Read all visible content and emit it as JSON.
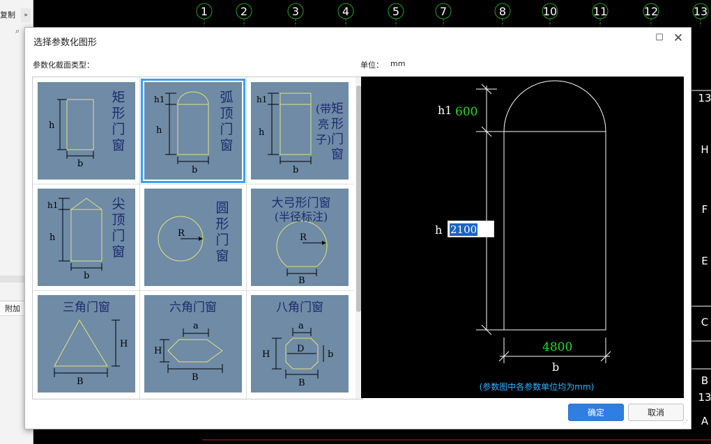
{
  "left_panel": {
    "copy_label": "复制",
    "more_icon": "double-chevron-right-icon",
    "search_icon": "search-icon",
    "addon_label": "附加"
  },
  "grid_labels": [
    "1",
    "2",
    "3",
    "4",
    "5",
    "7",
    "8",
    "10",
    "11",
    "12",
    "13"
  ],
  "axis_labels_right": [
    "13",
    "H",
    "F",
    "E",
    "C",
    "B",
    "13",
    "A"
  ],
  "dialog": {
    "title": "选择参数化图形",
    "type_label": "参数化截面类型：",
    "unit_label": "单位：",
    "unit_value": "mm",
    "ok_label": "确定",
    "cancel_label": "取消"
  },
  "shapes": [
    {
      "name": "矩形门窗",
      "lines": [
        "矩",
        "形",
        "门",
        "窗"
      ],
      "dims": [
        "h",
        "b"
      ]
    },
    {
      "name": "弧顶门窗",
      "lines": [
        "弧",
        "顶",
        "门",
        "窗"
      ],
      "dims": [
        "h1",
        "h",
        "b"
      ],
      "selected": true
    },
    {
      "name": "矩形门窗(带亮子)",
      "lines": [
        "矩",
        "形",
        "门",
        "窗",
        "(带",
        "亮",
        "子)"
      ],
      "dims": [
        "h1",
        "h",
        "b"
      ]
    },
    {
      "name": "尖顶门窗",
      "lines": [
        "尖",
        "顶",
        "门",
        "窗"
      ],
      "dims": [
        "h1",
        "h",
        "b"
      ]
    },
    {
      "name": "圆形门窗",
      "lines": [
        "圆",
        "形",
        "门",
        "窗"
      ],
      "dims": [
        "R"
      ]
    },
    {
      "name": "大弓形门窗(半径标注)",
      "lines": [
        "大弓形门窗",
        "(半径标注)"
      ],
      "dims": [
        "R",
        "B"
      ]
    },
    {
      "name": "三角门窗",
      "lines": [
        "三角门窗"
      ],
      "dims": [
        "H",
        "B"
      ]
    },
    {
      "name": "六角门窗",
      "lines": [
        "六角门窗"
      ],
      "dims": [
        "a",
        "H",
        "B"
      ]
    },
    {
      "name": "八角门窗",
      "lines": [
        "八角门窗"
      ],
      "dims": [
        "a",
        "D",
        "H",
        "b",
        "B"
      ]
    }
  ],
  "preview": {
    "h1_label": "h1",
    "h1_value": "600",
    "h_label": "h",
    "h_value": "2100",
    "b_value": "4800",
    "b_label": "b",
    "note": "(参数图中各参数单位均为mm)"
  },
  "colors": {
    "tile_bg": "#6f8ba6",
    "tile_text": "#1e2a6e",
    "shape_line": "#e6e27a",
    "selected_border": "#3b9ff3",
    "preview_value": "#22dd22",
    "note": "#2fb4ff",
    "ok_button": "#2f7fe0"
  }
}
